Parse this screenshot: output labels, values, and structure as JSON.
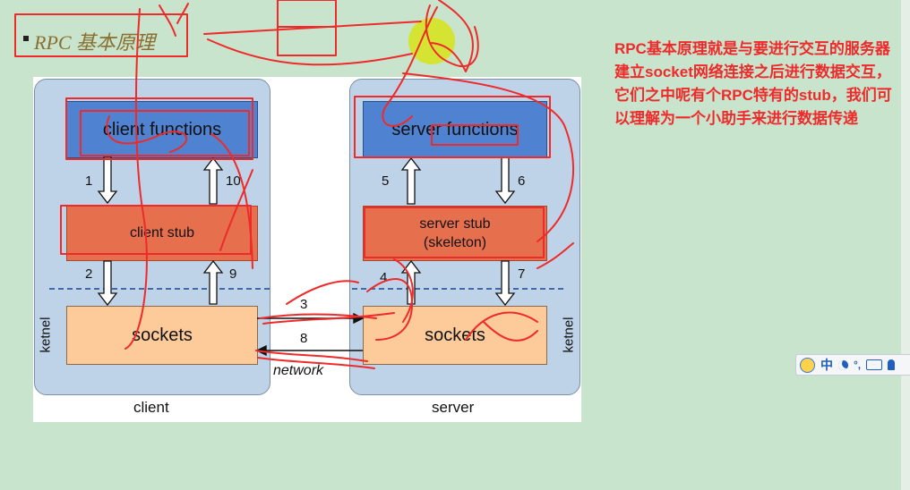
{
  "slide": {
    "title": "RPC 基本原理",
    "note": "RPC基本原理就是与要进行交互的服务器建立socket网络连接之后进行数据交互，它们之中呢有个RPC特有的stub，我们可以理解为一个小助手来进行数据传递"
  },
  "diagram": {
    "client": {
      "caption": "client",
      "functions": "client functions",
      "stub": "client stub",
      "sockets": "sockets",
      "kernel_label": "ketnel"
    },
    "server": {
      "caption": "server",
      "functions": "server functions",
      "stub_line1": "server stub",
      "stub_line2": "(skeleton)",
      "sockets": "sockets",
      "kernel_label": "ketnel"
    },
    "network_label": "network",
    "steps": [
      "1",
      "2",
      "3",
      "4",
      "5",
      "6",
      "7",
      "8",
      "9",
      "10"
    ]
  },
  "colors": {
    "background": "#c8e4cc",
    "panel": "#bfd3e8",
    "functions_box": "#4f83d2",
    "stub_box": "#e66f4e",
    "sockets_box": "#fdcb9a",
    "annotation_red": "#ee2a2a",
    "note_text": "#ee2a2a",
    "highlighter": "#d9e400"
  },
  "ime_toolbar": {
    "mode": "中"
  }
}
